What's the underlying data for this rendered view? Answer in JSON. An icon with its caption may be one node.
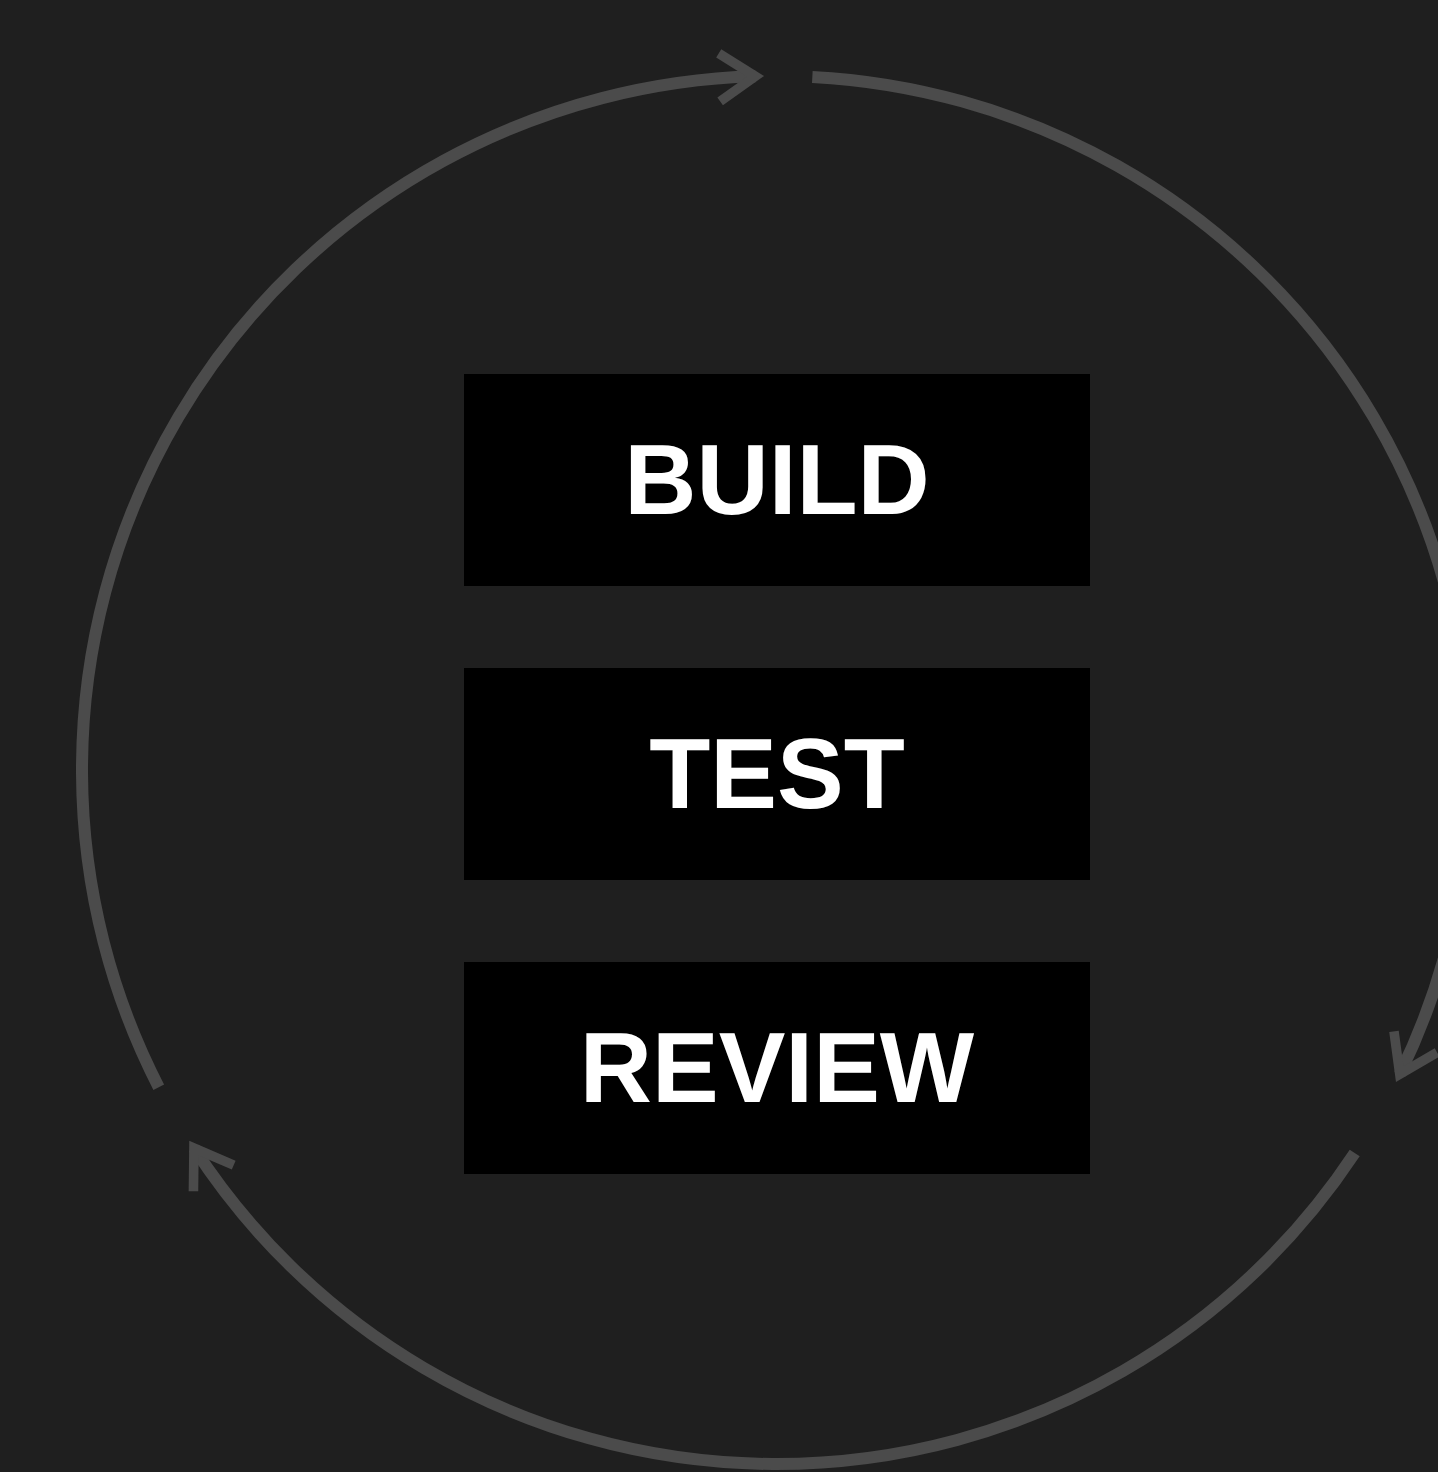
{
  "diagram": {
    "nodes": [
      {
        "text": [
          "BUILD"
        ]
      },
      {
        "text": [
          "TEST"
        ]
      },
      {
        "text": [
          "REVIEW"
        ]
      }
    ]
  }
}
